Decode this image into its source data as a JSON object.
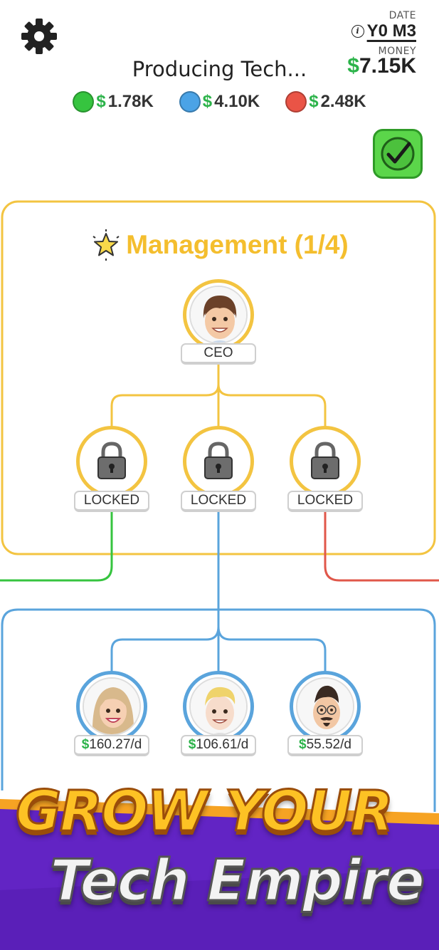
{
  "header": {
    "date_label": "DATE",
    "date_value": "Y0 M3",
    "money_label": "MONEY",
    "money_value": "7.15K",
    "currency_symbol": "$",
    "status": "Producing Tech..."
  },
  "resources": [
    {
      "color": "#36c43f",
      "value": "1.78K"
    },
    {
      "color": "#4ba3e6",
      "value": "4.10K"
    },
    {
      "color": "#ea5446",
      "value": "2.48K"
    }
  ],
  "management": {
    "title": "Management (1/4)",
    "ceo_label": "CEO",
    "locked_labels": [
      "LOCKED",
      "LOCKED",
      "LOCKED"
    ]
  },
  "team": {
    "rates": [
      "160.27/d",
      "106.61/d",
      "55.52/d"
    ]
  },
  "promo": {
    "line1": "GROW YOUR",
    "line2": "Tech Empire"
  },
  "colors": {
    "management_frame": "#f3c441",
    "team_frame": "#5aa4dc",
    "green_branch": "#36c43f",
    "red_branch": "#e0574a",
    "banner_purple": "#6224c4",
    "banner_orange": "#f6a323"
  },
  "icons": [
    "gear-icon",
    "info-icon",
    "check-icon",
    "star-icon",
    "padlock-icon"
  ]
}
